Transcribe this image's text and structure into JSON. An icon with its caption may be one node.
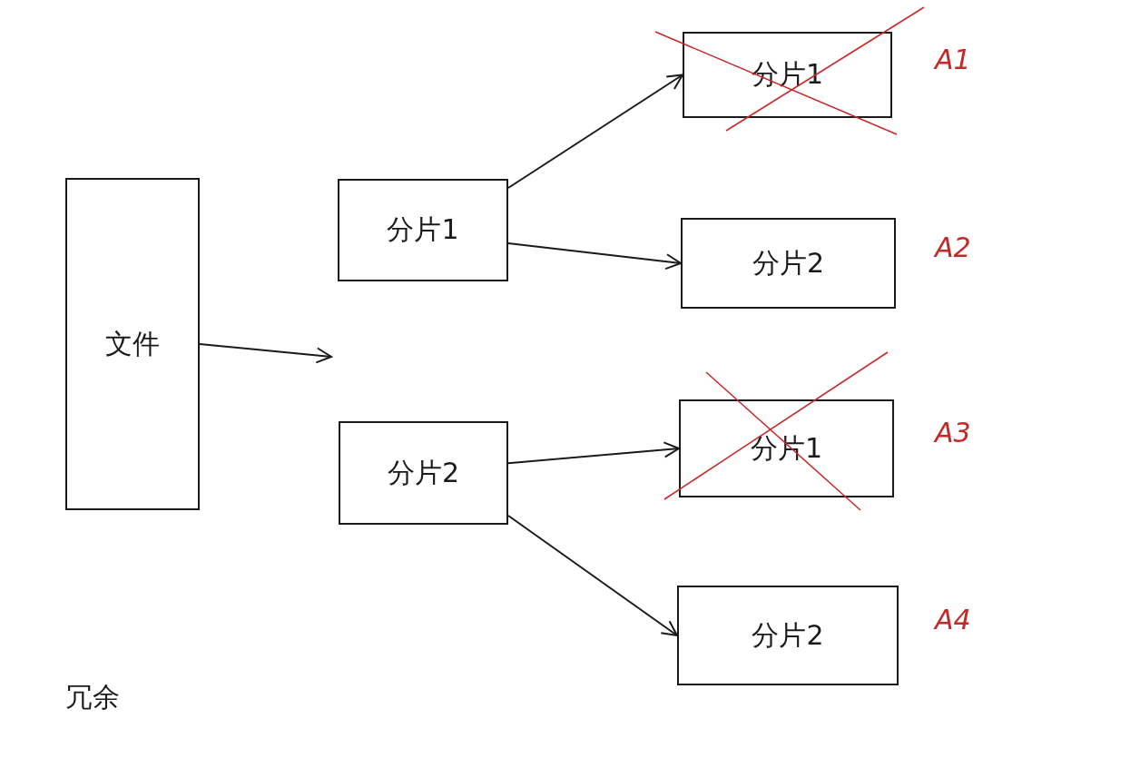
{
  "diagram": {
    "nodes": [
      {
        "text": [
          "文件"
        ]
      },
      {
        "text": [
          "分片1"
        ]
      },
      {
        "text": [
          "分片2"
        ]
      },
      {
        "text": [
          "分片1"
        ],
        "beside": [
          "A1"
        ]
      },
      {
        "text": [
          "分片2"
        ],
        "beside": [
          "A2"
        ]
      },
      {
        "text": [
          "分片1"
        ],
        "beside": [
          "A3"
        ]
      },
      {
        "text": [
          "分片2"
        ],
        "beside": [
          "A4"
        ]
      }
    ],
    "edges": [
      {
        "from": 0,
        "to": null,
        "arrow": "to"
      },
      {
        "from": 1,
        "to": 3,
        "arrow": "to"
      },
      {
        "from": 1,
        "to": 4,
        "arrow": "to"
      },
      {
        "from": 2,
        "to": 5,
        "arrow": "to"
      },
      {
        "from": 2,
        "to": 6,
        "arrow": "to"
      }
    ],
    "labels": [
      "冗余"
    ]
  }
}
